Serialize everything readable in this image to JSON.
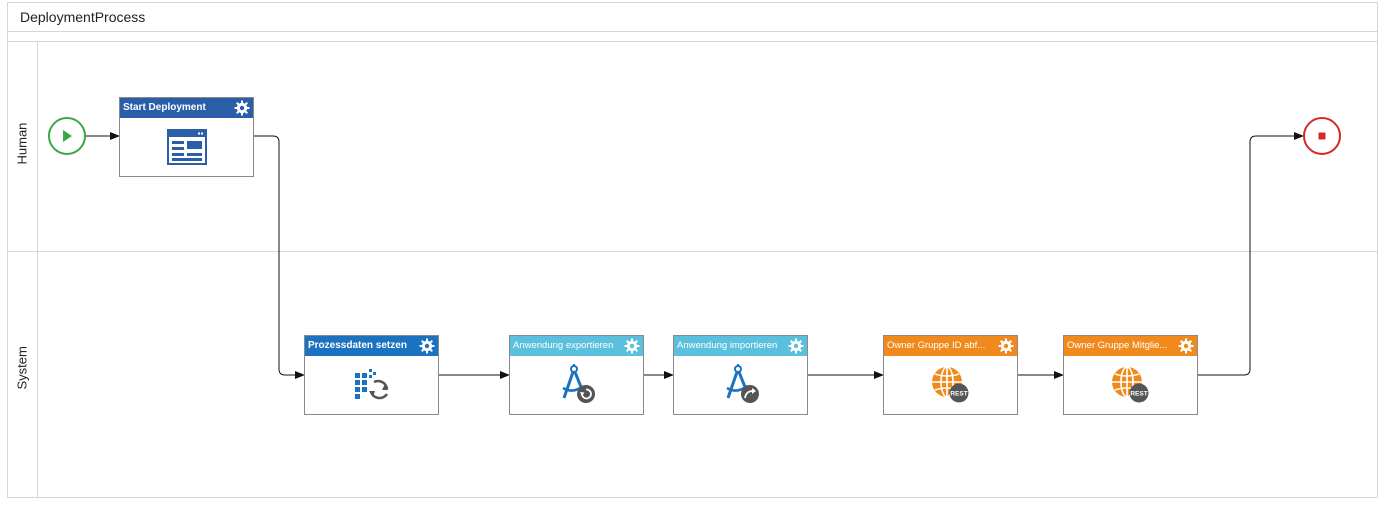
{
  "process": {
    "title": "DeploymentProcess"
  },
  "lanes": [
    {
      "label": "Human"
    },
    {
      "label": "System"
    }
  ],
  "tasks": [
    {
      "label": "Start Deployment",
      "color": "#2b5ea8",
      "icon": "form-icon"
    },
    {
      "label": "Prozessdaten setzen",
      "color": "#1a72c0",
      "icon": "data-refresh-icon"
    },
    {
      "label": "Anwendung exportieren",
      "color": "#5bc0de",
      "icon": "compass-export-icon"
    },
    {
      "label": "Anwendung importieren",
      "color": "#5bc0de",
      "icon": "compass-import-icon"
    },
    {
      "label": "Owner Gruppe ID abf...",
      "color": "#f08a1c",
      "icon": "rest-globe-icon"
    },
    {
      "label": "Owner Gruppe Mitglie...",
      "color": "#f08a1c",
      "icon": "rest-globe-icon"
    }
  ],
  "events": {
    "start": {
      "color": "#3aa84a",
      "icon": "play-icon"
    },
    "end": {
      "color": "#d62828",
      "icon": "stop-icon"
    }
  }
}
